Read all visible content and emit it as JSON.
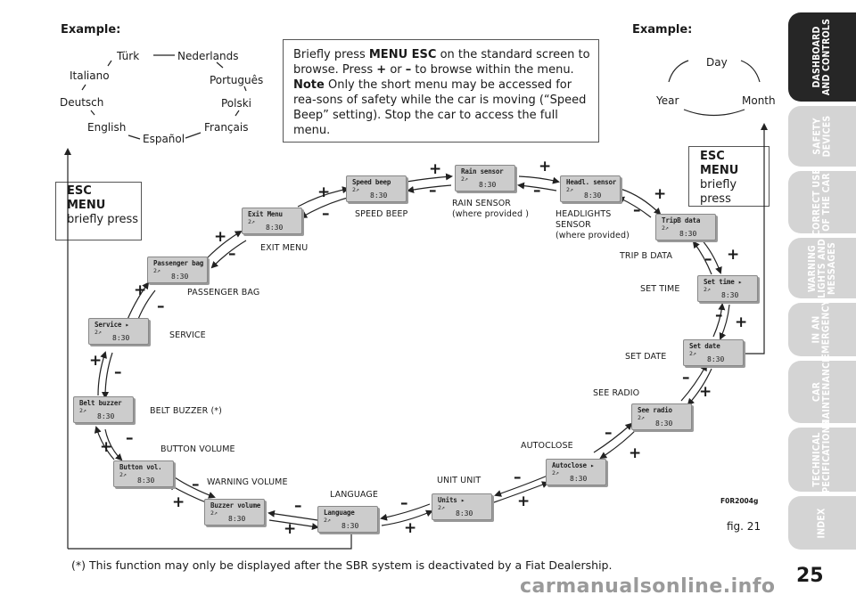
{
  "tabs": [
    "DASHBOARD\nAND CONTROLS",
    "SAFETY\nDEVICES",
    "CORRECT USE\nOF THE CAR",
    "WARNING\nLIGHTS AND\nMESSAGES",
    "IN AN\nEMERGENCY",
    "CAR\nMAINTENANCE",
    "TECHNICAL\nSPECIFICATIONS",
    "INDEX"
  ],
  "example_left": "Example:",
  "example_right": "Example:",
  "languages": [
    "Türk",
    "Nederlands",
    "Italiano",
    "Português",
    "Deutsch",
    "Polski",
    "English",
    "Español",
    "Français"
  ],
  "date_cycle": [
    "Day",
    "Year",
    "Month"
  ],
  "intro": {
    "p1": "Briefly press ",
    "b1": "MENU ESC",
    "p2": " on the standard screen to browse.  Press ",
    "b2": "+",
    "p3": " or ",
    "b3": "–",
    "p4": " to browse within the menu. ",
    "b4": "Note",
    "p5": " Only the short menu may be accessed for rea-sons of safety while the car is moving (“Speed Beep” setting). Stop the car to access the full menu."
  },
  "esc_left": {
    "l1": "ESC",
    "l2": "MENU",
    "l3": "briefly press"
  },
  "esc_right": {
    "l1": "ESC",
    "l2": "MENU",
    "l3": "briefly press"
  },
  "screens": [
    {
      "title": "Speed beep",
      "clock": "8:30"
    },
    {
      "title": "Rain sensor",
      "clock": "8:30"
    },
    {
      "title": "Headl. sensor",
      "clock": "8:30"
    },
    {
      "title": "Exit Menu",
      "clock": "8:30"
    },
    {
      "title": "TripB data",
      "clock": "8:30"
    },
    {
      "title": "Passenger bag",
      "clock": "8:30"
    },
    {
      "title": "Set time  ▸",
      "clock": "8:30"
    },
    {
      "title": "Service  ▸",
      "clock": "8:30"
    },
    {
      "title": "Set date",
      "clock": "8:30"
    },
    {
      "title": "Belt buzzer",
      "clock": "8:30"
    },
    {
      "title": "See radio",
      "clock": "8:30"
    },
    {
      "title": "Button vol.",
      "clock": "8:30"
    },
    {
      "title": "Autoclose ▸",
      "clock": "8:30"
    },
    {
      "title": "Buzzer volume",
      "clock": "8:30"
    },
    {
      "title": "Units  ▸",
      "clock": "8:30"
    },
    {
      "title": "Language",
      "clock": "8:30"
    }
  ],
  "screen_gear": "2↗",
  "labels": {
    "speed_beep": "SPEED BEEP",
    "rain1": "RAIN SENSOR",
    "rain2": "(where provided )",
    "head1": "HEADLIGHTS",
    "head2": "SENSOR",
    "head3": "(where provided)",
    "exit": "EXIT MENU",
    "tripb": "TRIP B DATA",
    "pbag": "PASSENGER BAG",
    "settime": "SET TIME",
    "service": "SERVICE",
    "setdate": "SET DATE",
    "belt": "BELT BUZZER (*)",
    "seeradio": "SEE RADIO",
    "button": "BUTTON  VOLUME",
    "autoclose": "AUTOCLOSE",
    "warning": "WARNING VOLUME",
    "unit": "UNIT UNIT",
    "language": "LANGUAGE"
  },
  "plus": "+",
  "minus": "–",
  "code": "F0R2004g",
  "fig": "fig. 21",
  "footnote": "(*) This function may only be displayed after the SBR system is deactivated by a Fiat Dealership.",
  "page_number": "25",
  "watermark": "carmanualsonline.info",
  "colors": {
    "tab_bg": "#d4d4d4",
    "tab_active": "#262626",
    "lcd_bg": "#cccccc"
  }
}
